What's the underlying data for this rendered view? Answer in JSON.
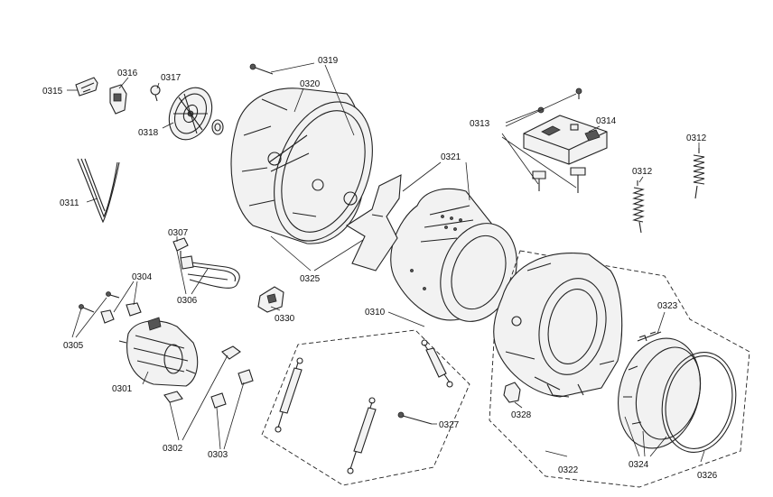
{
  "labels": [
    {
      "id": "0315",
      "text": "0315"
    },
    {
      "id": "0316",
      "text": "0316"
    },
    {
      "id": "0317",
      "text": "0317"
    },
    {
      "id": "0318",
      "text": "0318"
    },
    {
      "id": "0319",
      "text": "0319"
    },
    {
      "id": "0320",
      "text": "0320"
    },
    {
      "id": "0313",
      "text": "0313"
    },
    {
      "id": "0314",
      "text": "0314"
    },
    {
      "id": "0312a",
      "text": "0312"
    },
    {
      "id": "0312b",
      "text": "0312"
    },
    {
      "id": "0311",
      "text": "0311"
    },
    {
      "id": "0321",
      "text": "0321"
    },
    {
      "id": "0307",
      "text": "0307"
    },
    {
      "id": "0304",
      "text": "0304"
    },
    {
      "id": "0306",
      "text": "0306"
    },
    {
      "id": "0330",
      "text": "0330"
    },
    {
      "id": "0325",
      "text": "0325"
    },
    {
      "id": "0305",
      "text": "0305"
    },
    {
      "id": "0310",
      "text": "0310"
    },
    {
      "id": "0323",
      "text": "0323"
    },
    {
      "id": "0301",
      "text": "0301"
    },
    {
      "id": "0328",
      "text": "0328"
    },
    {
      "id": "0327",
      "text": "0327"
    },
    {
      "id": "0302",
      "text": "0302"
    },
    {
      "id": "0303",
      "text": "0303"
    },
    {
      "id": "0322",
      "text": "0322"
    },
    {
      "id": "0324",
      "text": "0324"
    },
    {
      "id": "0326",
      "text": "0326"
    }
  ]
}
